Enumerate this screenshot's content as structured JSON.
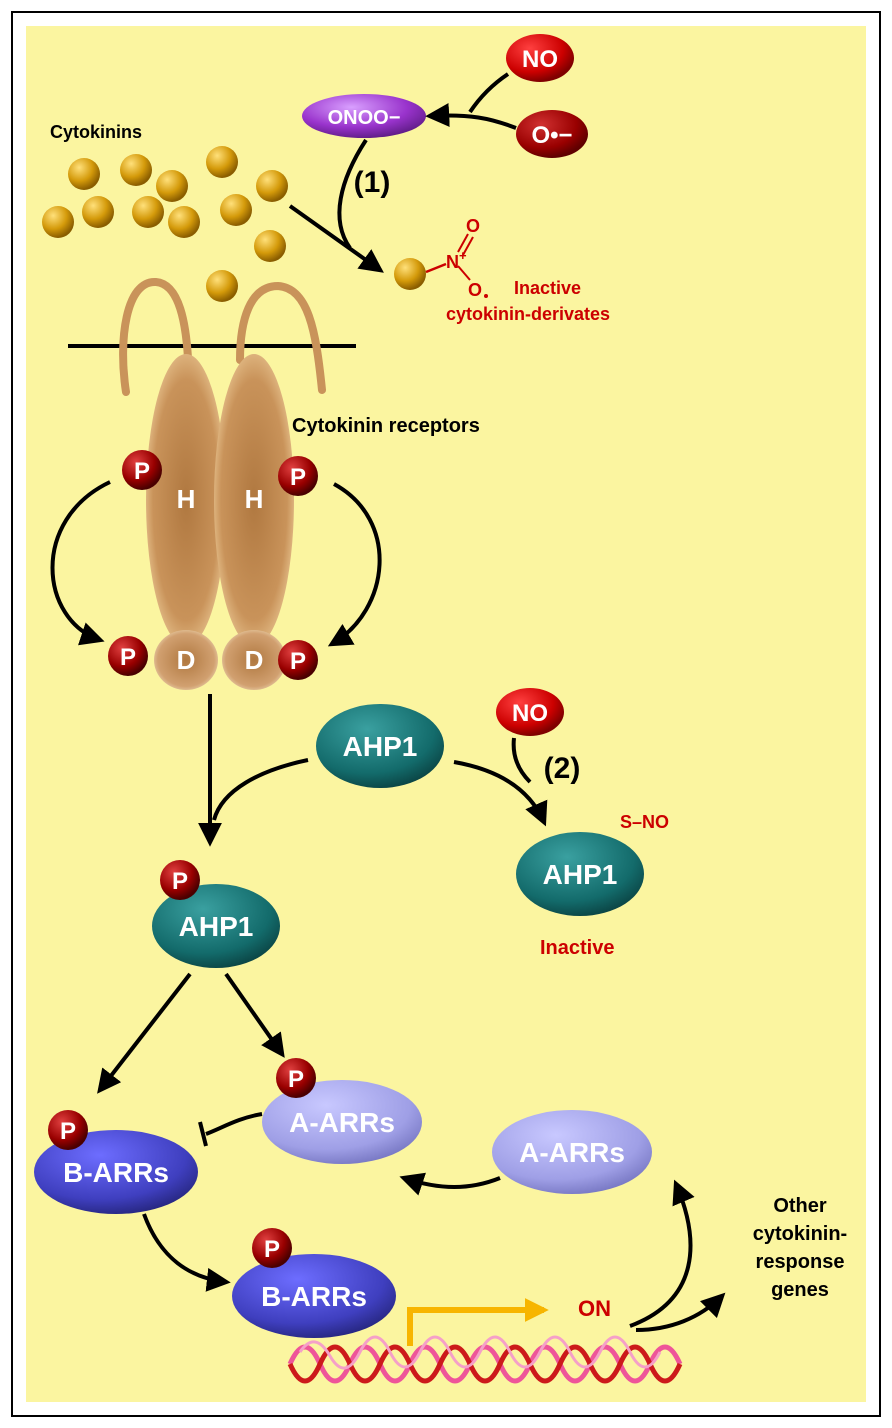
{
  "labels": {
    "cytokinins": "Cytokinins",
    "inactive_derivates_line1": "Inactive",
    "inactive_derivates_line2": "cytokinin-derivates",
    "cytokinin_receptors": "Cytokinin receptors",
    "step1": "(1)",
    "step2": "(2)",
    "inactive": "Inactive",
    "on": "ON",
    "other_genes_line1": "Other",
    "other_genes_line2": "cytokinin-",
    "other_genes_line3": "response",
    "other_genes_line4": "genes"
  },
  "molecules": {
    "no_top": "NO",
    "superoxide": "O•−",
    "peroxynitrite": "ONOO−",
    "no_mid": "NO",
    "nitro_n": "N",
    "nitro_o_top": "O",
    "nitro_o_bottom": "O",
    "nitro_plus": "+",
    "s_no": "S–NO"
  },
  "proteins": {
    "histidine_left": "H",
    "histidine_right": "H",
    "aspartate_left": "D",
    "aspartate_right": "D",
    "ahp1_free": "AHP1",
    "ahp1_phospho": "AHP1",
    "ahp1_nitrosylated": "AHP1",
    "a_arrs_phospho": "A-ARRs",
    "a_arrs_free": "A-ARRs",
    "b_arrs_phospho_upper": "B-ARRs",
    "b_arrs_phospho_lower": "B-ARRs"
  },
  "phosphate": "P",
  "colors": {
    "background": "#fbf5a0",
    "no_red": "#cc0000",
    "dark_red": "#990000",
    "purple": "#9933cc",
    "teal": "#136b6b",
    "light_purple": "#9f9fe6",
    "dark_blue": "#3f3fbf",
    "gold": "#d49a0a",
    "receptor_brown": "#c9935a",
    "label_red": "#cc0000",
    "promoter_arrow": "#f7b500"
  }
}
